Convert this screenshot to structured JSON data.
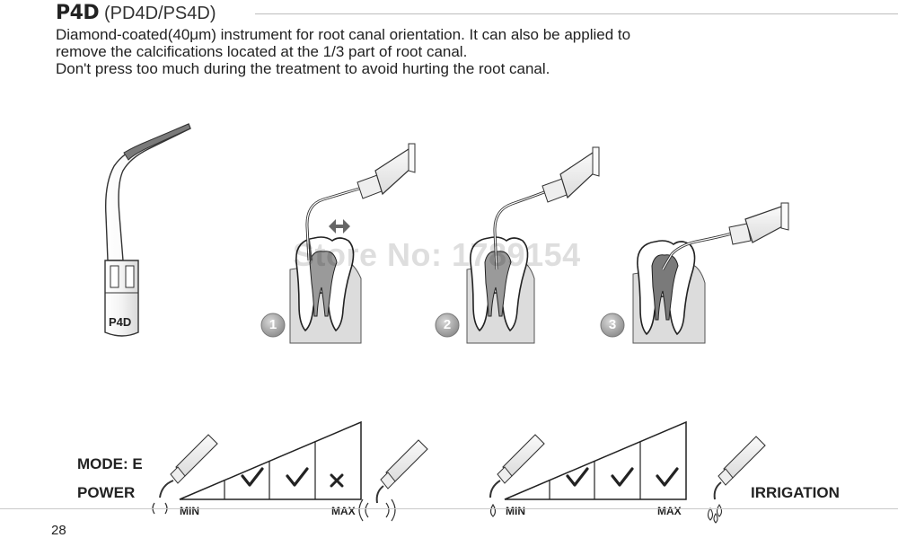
{
  "header": {
    "model": "P4D",
    "variants": "(PD4D/PS4D)"
  },
  "description": [
    "Diamond-coated(40μm) instrument for root canal orientation. It can also be applied to",
    "remove the calcifications located at the 1/3 part of root canal.",
    "Don't press too much during the treatment to avoid hurting the root canal."
  ],
  "tip_label": "P4D",
  "watermark": "Store No: 1789154",
  "steps": [
    "1",
    "2",
    "3"
  ],
  "settings": {
    "mode_label": "MODE: E",
    "power_label": "POWER",
    "irrigation_label": "IRRIGATION",
    "power_scale": {
      "min": "MIN",
      "max": "MAX",
      "marks": [
        "check",
        "check",
        "cross"
      ]
    },
    "irrigation_scale": {
      "min": "MIN",
      "max": "MAX",
      "marks": [
        "check",
        "check",
        "check"
      ]
    }
  },
  "footer": {
    "page_number": "28"
  },
  "colors": {
    "tip_coating": "#7a7a7a",
    "tooth": "#dcdcdc",
    "step_circle": "#8a8a8a"
  }
}
